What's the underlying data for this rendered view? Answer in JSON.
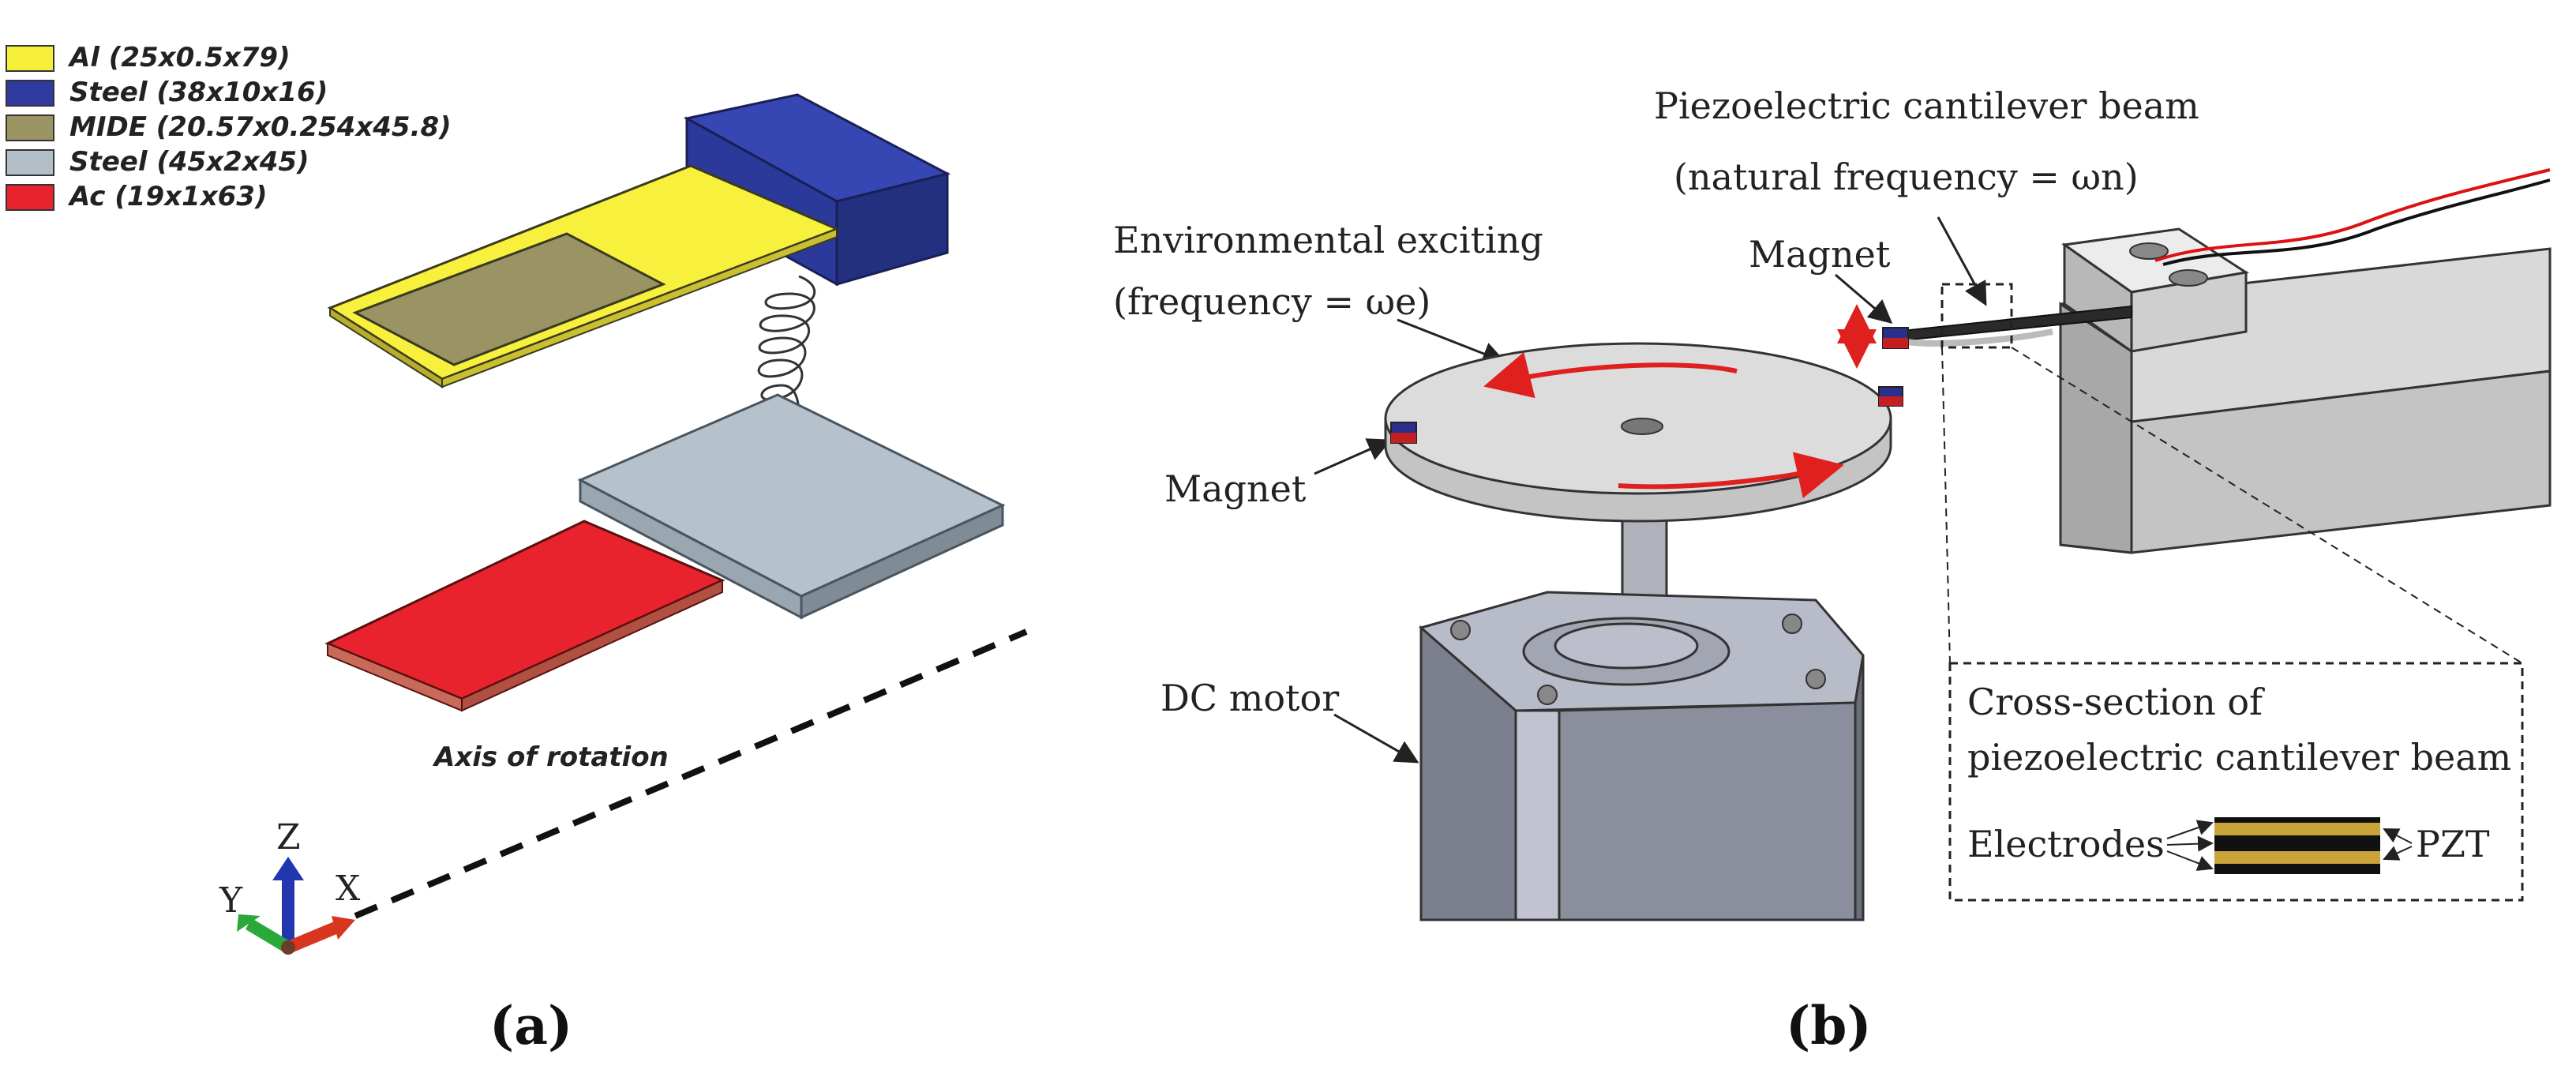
{
  "legend": [
    {
      "label": "Al (25x0.5x79)",
      "color": "#f5ef3a"
    },
    {
      "label": "Steel (38x10x16)",
      "color": "#2e3a9e"
    },
    {
      "label": "MIDE (20.57x0.254x45.8)",
      "color": "#9a9462"
    },
    {
      "label": "Steel (45x2x45)",
      "color": "#b2bfc9"
    },
    {
      "label": "Ac (19x1x63)",
      "color": "#e8232e"
    }
  ],
  "panel_a": {
    "axis_label": "Axis of rotation",
    "triad": {
      "z": "Z",
      "y": "Y",
      "x": "X"
    },
    "caption": "(a)"
  },
  "panel_b": {
    "beam_title": "Piezoelectric cantilever beam",
    "beam_frequency": "(natural frequency = ωn)",
    "excite_title": "Environmental exciting",
    "excite_frequency": "(frequency = ωe)",
    "magnet_left": "Magnet",
    "magnet_top": "Magnet",
    "motor": "DC motor",
    "cross_title_1": "Cross-section of",
    "cross_title_2": "piezoelectric cantilever beam",
    "electrodes": "Electrodes",
    "pzt": "PZT",
    "caption": "(b)"
  }
}
